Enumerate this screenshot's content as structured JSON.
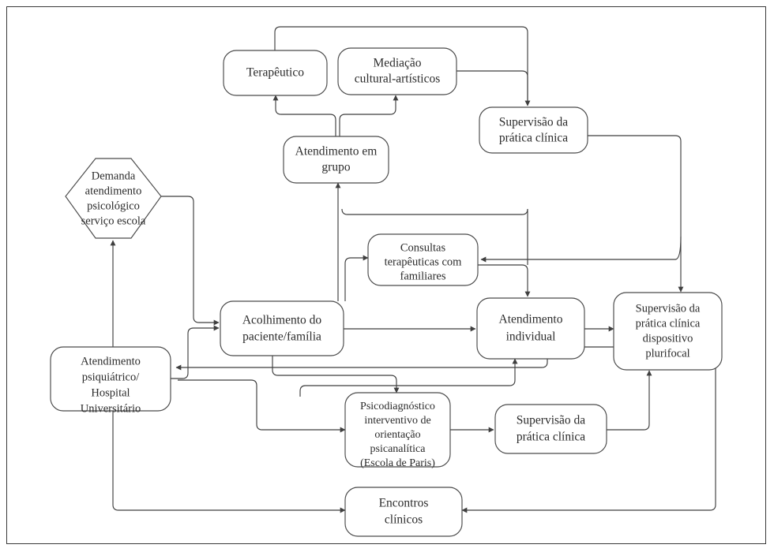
{
  "figure": {
    "type": "flowchart",
    "language": "pt-BR",
    "border_color": "#3a3a3a",
    "node_stroke_color": "#4a4a4a",
    "edge_color": "#3f3f3f",
    "background": "#ffffff"
  },
  "nodes": {
    "terapeutico": {
      "id": "terapeutico",
      "shape": "rounded-rect",
      "lines": [
        "Terapêutico"
      ]
    },
    "mediacao": {
      "id": "mediacao",
      "shape": "rounded-rect",
      "lines": [
        "Mediação",
        "cultural-artísticos"
      ]
    },
    "supervisao_top": {
      "id": "supervisao_top",
      "shape": "rounded-rect",
      "lines": [
        "Supervisão da",
        "prática clínica"
      ]
    },
    "atendimento_grupo": {
      "id": "atendimento_grupo",
      "shape": "rounded-rect",
      "lines": [
        "Atendimento em",
        "grupo"
      ]
    },
    "demanda": {
      "id": "demanda",
      "shape": "hexagon",
      "lines": [
        "Demanda",
        "atendimento",
        "psicológico",
        "serviço escola"
      ]
    },
    "consultas": {
      "id": "consultas",
      "shape": "rounded-rect",
      "lines": [
        "Consultas",
        "terapêuticas com",
        "familiares"
      ]
    },
    "acolhimento": {
      "id": "acolhimento",
      "shape": "rounded-rect",
      "lines": [
        "Acolhimento do",
        "paciente/família"
      ]
    },
    "atendimento_indiv": {
      "id": "atendimento_indiv",
      "shape": "rounded-rect",
      "lines": [
        "Atendimento",
        "individual"
      ]
    },
    "supervisao_pluri": {
      "id": "supervisao_pluri",
      "shape": "rounded-rect",
      "lines": [
        "Supervisão da",
        "prática clínica",
        "dispositivo",
        "plurifocal"
      ]
    },
    "atendimento_psiq": {
      "id": "atendimento_psiq",
      "shape": "rounded-rect",
      "lines": [
        "Atendimento",
        "psiquiátrico/",
        "Hospital",
        "Universitário"
      ]
    },
    "psicodiagnostico": {
      "id": "psicodiagnostico",
      "shape": "rounded-rect",
      "lines": [
        "Psicodiagnóstico",
        "interventivo de",
        "orientação",
        "psicanalítica",
        "(Escola de Paris)"
      ]
    },
    "supervisao_bottom": {
      "id": "supervisao_bottom",
      "shape": "rounded-rect",
      "lines": [
        "Supervisão da",
        "prática clínica"
      ]
    },
    "encontros": {
      "id": "encontros",
      "shape": "rounded-rect",
      "lines": [
        "Encontros",
        "clínicos"
      ]
    }
  },
  "edges": [
    {
      "from": "atendimento_grupo",
      "to": "terapeutico",
      "arrow": true
    },
    {
      "from": "atendimento_grupo",
      "to": "mediacao",
      "arrow": true
    },
    {
      "from": "terapeutico",
      "to": "supervisao_top",
      "arrow": true
    },
    {
      "from": "mediacao",
      "to": "supervisao_top",
      "arrow": true
    },
    {
      "from": "acolhimento",
      "to": "atendimento_grupo",
      "arrow": true
    },
    {
      "from": "demanda",
      "to": "acolhimento",
      "arrow": true
    },
    {
      "from": "atendimento_psiq",
      "to": "acolhimento",
      "arrow": true
    },
    {
      "from": "atendimento_psiq",
      "to": "demanda",
      "arrow": true
    },
    {
      "from": "acolhimento",
      "to": "consultas",
      "arrow": true
    },
    {
      "from": "acolhimento",
      "to": "atendimento_indiv",
      "arrow": true
    },
    {
      "from": "acolhimento",
      "to": "psicodiagnostico",
      "arrow": true
    },
    {
      "from": "atendimento_psiq",
      "to": "psicodiagnostico",
      "arrow": true
    },
    {
      "from": "atendimento_indiv",
      "to": "supervisao_pluri",
      "arrow": true
    },
    {
      "from": "supervisao_top",
      "to": "supervisao_pluri",
      "arrow": true
    },
    {
      "from": "supervisao_pluri",
      "to": "consultas",
      "arrow": true
    },
    {
      "from": "supervisao_pluri",
      "to": "atendimento_psiq",
      "arrow": true
    },
    {
      "from": "consultas",
      "to": "atendimento_indiv",
      "arrow": true
    },
    {
      "from": "psicodiagnostico",
      "to": "supervisao_bottom",
      "arrow": true
    },
    {
      "from": "supervisao_bottom",
      "to": "supervisao_pluri",
      "arrow": true
    },
    {
      "from": "psicodiagnostico",
      "to": "atendimento_indiv",
      "arrow": true
    },
    {
      "from": "atendimento_psiq",
      "to": "encontros",
      "arrow": true
    },
    {
      "from": "supervisao_bottom",
      "to": "encontros",
      "arrow": true
    }
  ]
}
